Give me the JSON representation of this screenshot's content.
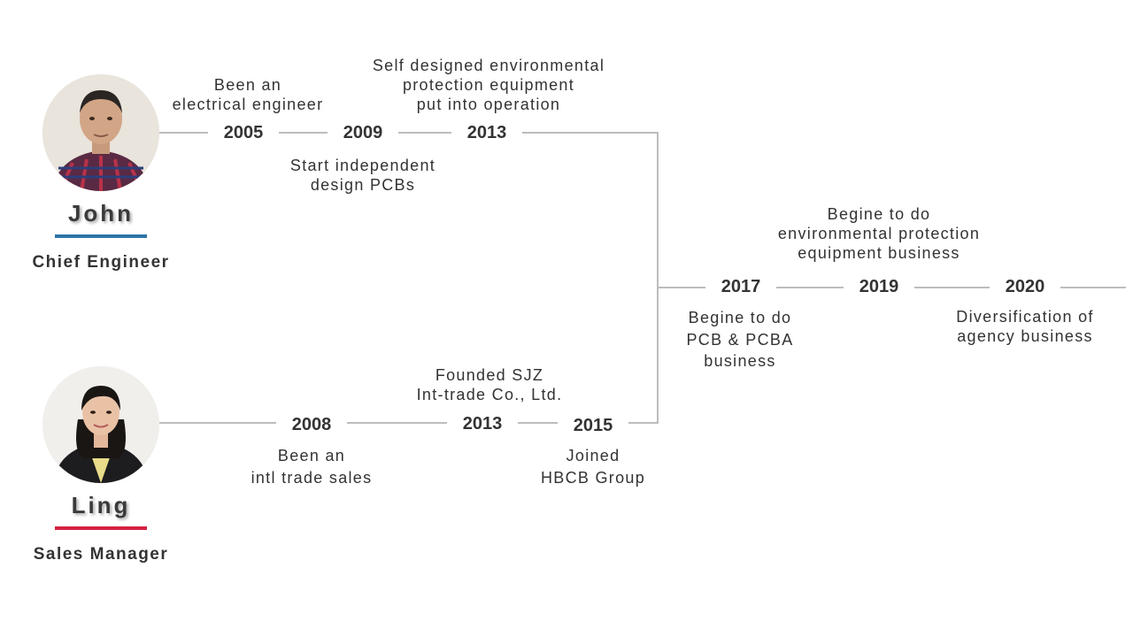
{
  "colors": {
    "line": "#bdbdbd",
    "john_accent": "#2e75a6",
    "ling_accent": "#d6223f"
  },
  "people": {
    "john": {
      "name": "John",
      "role": "Chief Engineer",
      "photo": "portrait-photo"
    },
    "ling": {
      "name": "Ling",
      "role": "Sales Manager",
      "photo": "portrait-photo"
    }
  },
  "timeline_john": {
    "y2005": {
      "year": "2005",
      "note": [
        "Been an",
        "electrical engineer"
      ]
    },
    "y2009": {
      "year": "2009",
      "note": [
        "Start independent",
        "design PCBs"
      ]
    },
    "y2013": {
      "year": "2013",
      "note": [
        "Self designed environmental",
        "protection equipment",
        "put into operation"
      ]
    }
  },
  "timeline_ling": {
    "y2008": {
      "year": "2008",
      "note": [
        "Been an",
        "intl trade sales"
      ]
    },
    "y2013": {
      "year": "2013",
      "note": [
        "Founded SJZ",
        "Int-trade Co., Ltd."
      ]
    },
    "y2015": {
      "year": "2015",
      "note": [
        "Joined",
        "HBCB Group"
      ]
    }
  },
  "timeline_joint": {
    "y2017": {
      "year": "2017",
      "note": [
        "Begine to do",
        "PCB & PCBA",
        "business"
      ]
    },
    "y2019": {
      "year": "2019",
      "note": [
        "Begine to do",
        "environmental protection",
        "equipment business"
      ]
    },
    "y2020": {
      "year": "2020",
      "note": [
        "Diversification of",
        "agency business"
      ]
    }
  }
}
